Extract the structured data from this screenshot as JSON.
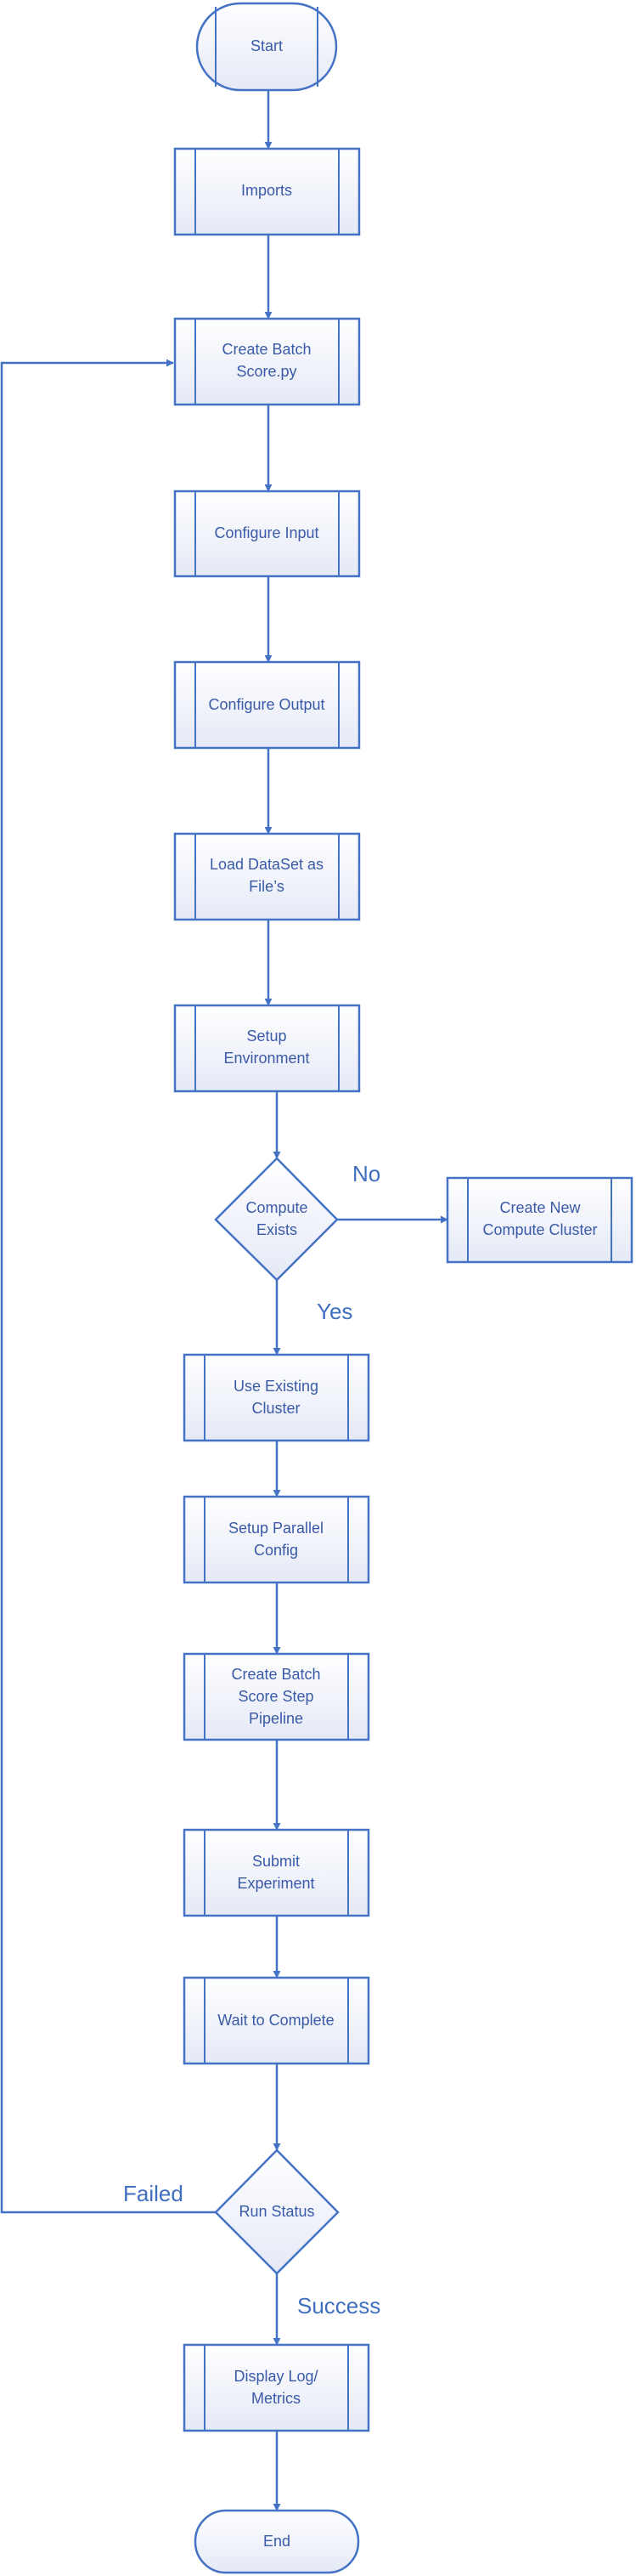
{
  "nodes": {
    "start": [
      "Start"
    ],
    "imports": [
      "Imports"
    ],
    "create_batch_score": [
      "Create Batch",
      "Score.py"
    ],
    "configure_input": [
      "Configure Input"
    ],
    "configure_output": [
      "Configure Output"
    ],
    "load_dataset": [
      "Load DataSet as",
      "File’s"
    ],
    "setup_environment": [
      "Setup",
      "Environment"
    ],
    "compute_exists": [
      "Compute",
      "Exists"
    ],
    "create_new_compute": [
      "Create New",
      "Compute Cluster"
    ],
    "use_existing_cluster": [
      "Use Existing",
      "Cluster"
    ],
    "setup_parallel_config": [
      "Setup Parallel",
      "Config"
    ],
    "create_pipeline": [
      "Create Batch",
      "Score Step",
      "Pipeline"
    ],
    "submit_experiment": [
      "Submit",
      "Experiment"
    ],
    "wait_to_complete": [
      "Wait to Complete"
    ],
    "run_status": [
      "Run Status"
    ],
    "display_log": [
      "Display Log/",
      "Metrics"
    ],
    "end": [
      "End"
    ]
  },
  "edge_labels": {
    "no": "No",
    "yes": "Yes",
    "failed": "Failed",
    "success": "Success"
  },
  "colors": {
    "stroke": "#4472c4",
    "text": "#3a5aa8",
    "fill_top": "#ffffff",
    "fill_bottom": "#e4e9f6"
  }
}
